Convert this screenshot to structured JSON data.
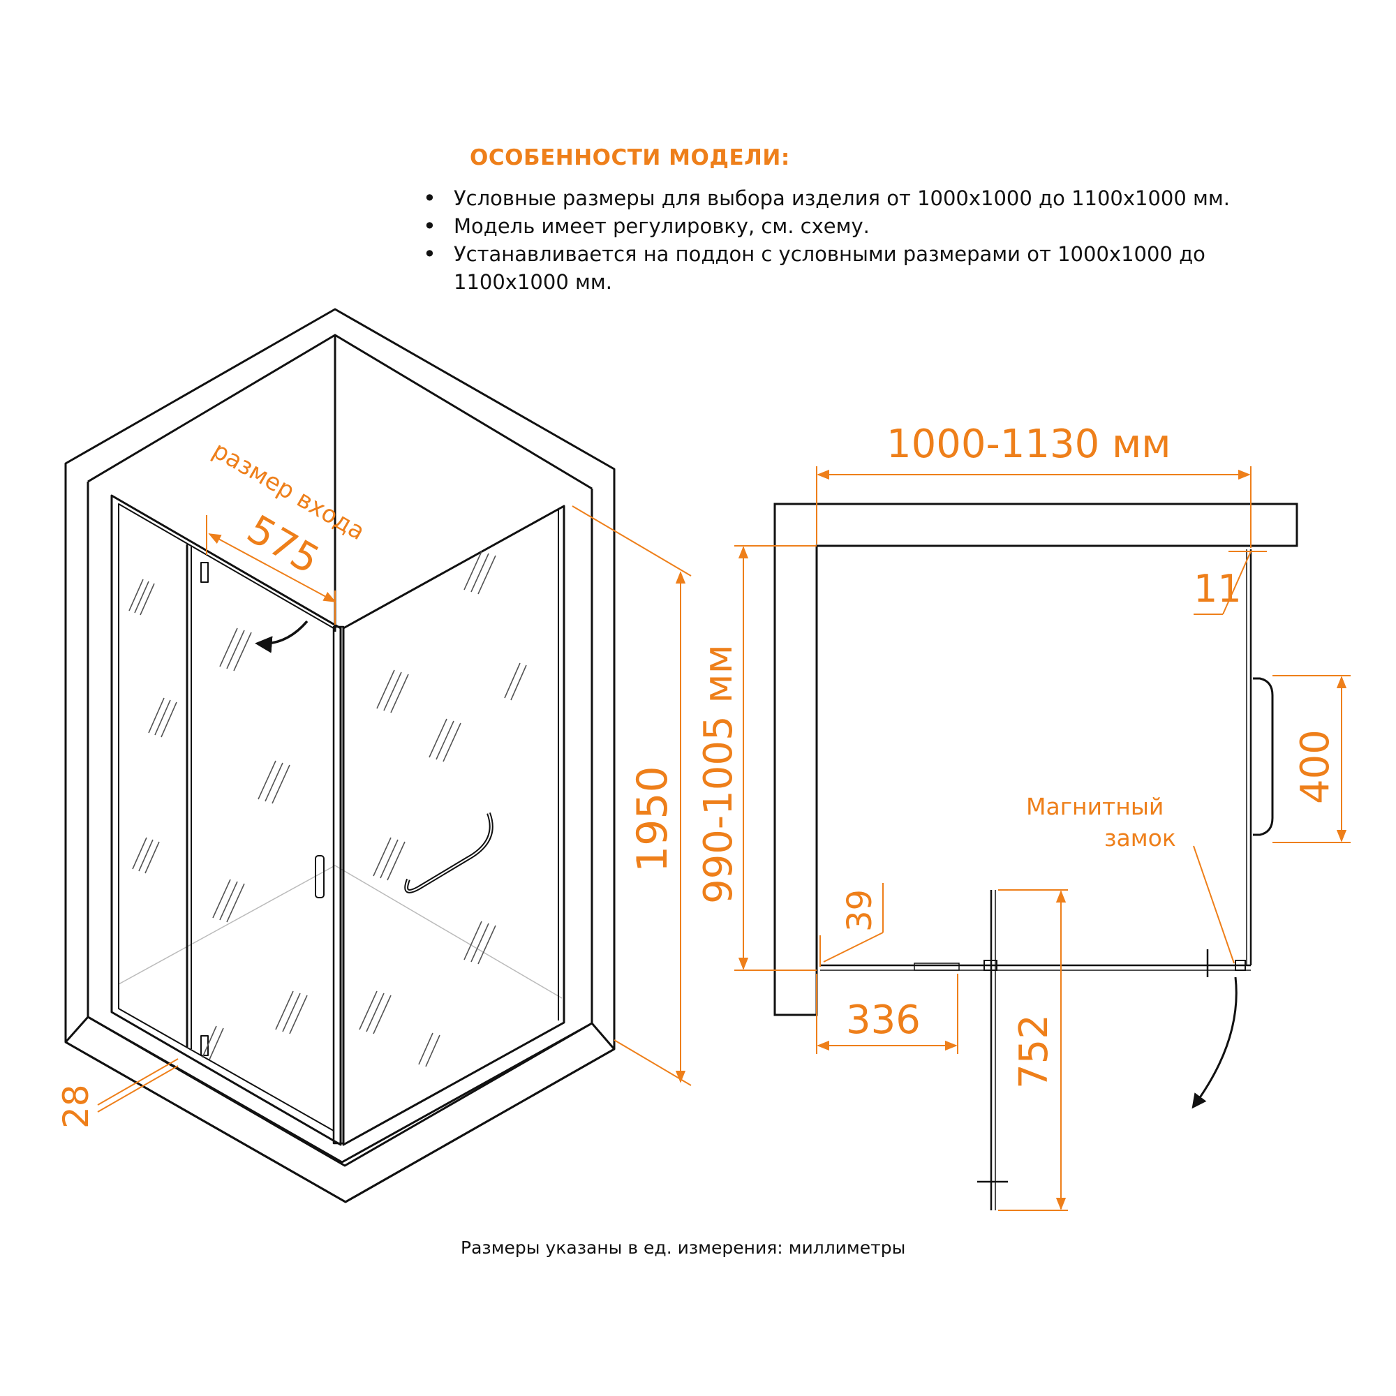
{
  "features": {
    "title": "ОСОБЕННОСТИ МОДЕЛИ:",
    "items": [
      "Условные размеры для выбора изделия от 1000х1000 до 1100х1000 мм.",
      "Модель имеет регулировку,  см.  схему.",
      "Устанавливается на поддон с условными размерами от 1000х1000 до 1100х1000 мм."
    ]
  },
  "iso": {
    "entrance_label": "размер входа",
    "entrance_width": "575",
    "height": "1950",
    "profile": "28"
  },
  "plan": {
    "width_range": "1000-1130 мм",
    "depth_range": "990-1005 мм",
    "gap": "11",
    "handle_length": "400",
    "magnet_label_1": "Магнитный",
    "magnet_label_2": "замок",
    "offset_39": "39",
    "fixed_panel": "336",
    "door_swing": "752"
  },
  "footer": {
    "note": "Размеры указаны в ед. измерения: миллиметры"
  },
  "colors": {
    "accent": "#ee7f1a",
    "line": "#111111"
  }
}
